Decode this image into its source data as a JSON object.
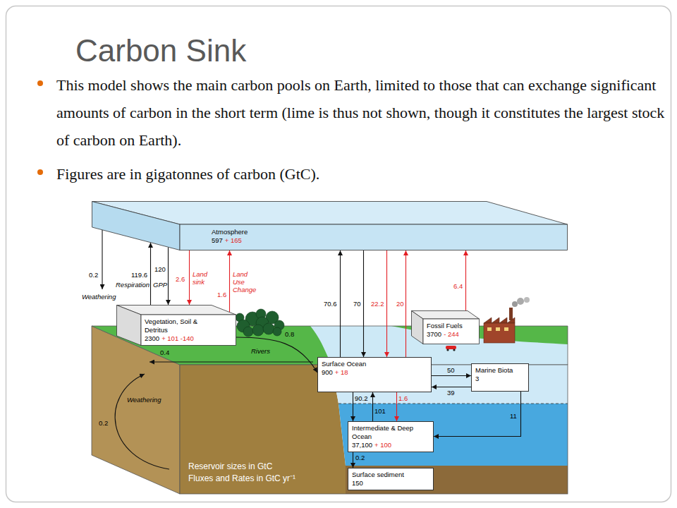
{
  "diagram": {
    "title": "Carbon Sink",
    "nodes": [
      {
        "text": [
          "Atmosphere",
          "597",
          "+ 165"
        ]
      },
      {
        "text": [
          "Vegetation, Soil & Detritus",
          "2300",
          "+ 101 -140"
        ]
      },
      {
        "text": [
          "Fossil Fuels",
          "3700",
          "- 244"
        ]
      },
      {
        "text": [
          "Surface Ocean",
          "900",
          "+ 18"
        ]
      },
      {
        "text": [
          "Marine Biota",
          "3"
        ]
      },
      {
        "text": [
          "Intermediate & Deep Ocean",
          "37,100",
          "+ 100"
        ]
      },
      {
        "text": [
          "Surface sediment",
          "150"
        ]
      }
    ],
    "edges": [
      {
        "from": 1,
        "to": 0,
        "label": "119.6",
        "arrow": "to"
      },
      {
        "from": 0,
        "to": 1,
        "label": "120",
        "arrow": "to"
      },
      {
        "from": 0,
        "to": 1,
        "label": "2.6",
        "arrow": "to"
      },
      {
        "from": 1,
        "to": 0,
        "label": "1.6",
        "arrow": "to"
      },
      {
        "from": 1,
        "to": 3,
        "label": "0.8",
        "arrow": "to"
      },
      {
        "from": 3,
        "to": 0,
        "label": "70.6",
        "arrow": "to"
      },
      {
        "from": 0,
        "to": 3,
        "label": "70",
        "arrow": "to"
      },
      {
        "from": 0,
        "to": 3,
        "label": "22.2",
        "arrow": "to"
      },
      {
        "from": 3,
        "to": 0,
        "label": "20",
        "arrow": "to"
      },
      {
        "from": 2,
        "to": 0,
        "label": "6.4",
        "arrow": "to"
      },
      {
        "from": 3,
        "to": 4,
        "label": "50",
        "arrow": "to"
      },
      {
        "from": 4,
        "to": 3,
        "label": "39",
        "arrow": "to"
      },
      {
        "from": 4,
        "to": 5,
        "label": "11",
        "arrow": "to"
      },
      {
        "from": 3,
        "to": 5,
        "label": "90.2",
        "arrow": "to"
      },
      {
        "from": 5,
        "to": 3,
        "label": "101",
        "arrow": "to"
      },
      {
        "from": 3,
        "to": 5,
        "label": "1.6",
        "arrow": "to"
      },
      {
        "from": 5,
        "to": 6,
        "label": "0.2",
        "arrow": "to"
      }
    ],
    "labels": [
      "This model shows the main carbon pools on Earth, limited to those that can exchange significant amounts of carbon in the short term (lime is thus not shown, though it constitutes the largest stock of carbon on Earth).",
      "Figures are in gigatonnes of carbon (GtC).",
      "0.2",
      "Weathering",
      "Respiration",
      "GPP",
      "Land sink",
      "Land Use Change",
      "0.4",
      "Rivers",
      "Weathering",
      "0.2",
      "Reservoir sizes in GtC",
      "Fluxes and Rates in GtC yr⁻¹"
    ]
  }
}
